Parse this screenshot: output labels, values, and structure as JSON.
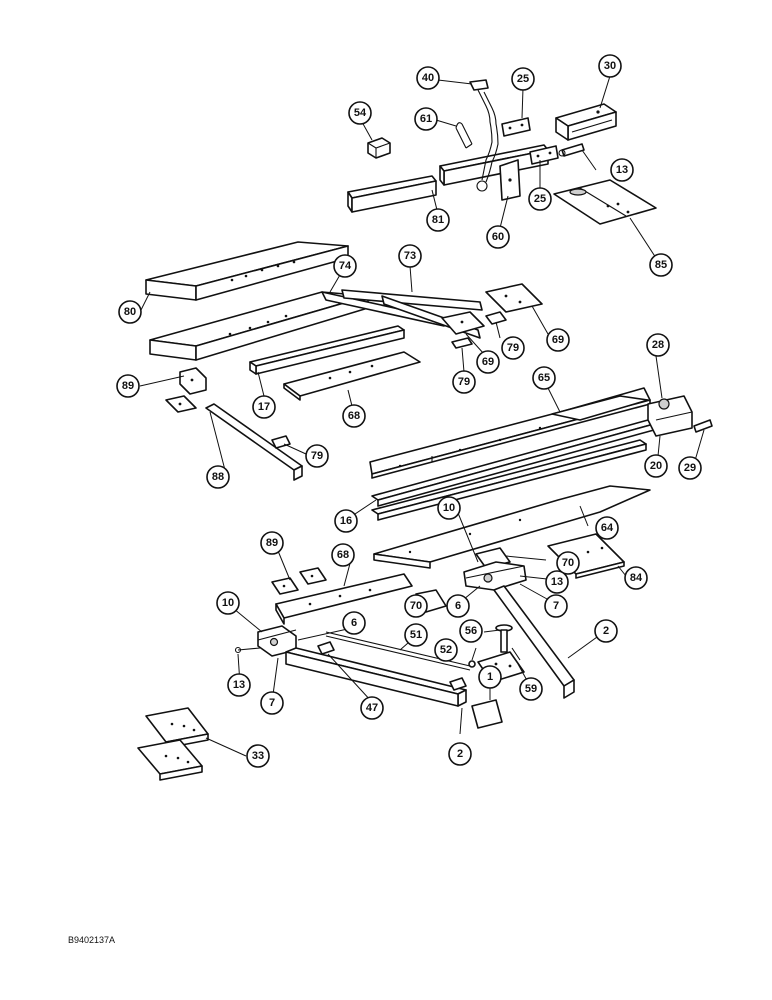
{
  "figure": {
    "reference_code": "B9402137A",
    "callouts": [
      {
        "id": "c40",
        "label": "40"
      },
      {
        "id": "c25a",
        "label": "25"
      },
      {
        "id": "c30",
        "label": "30"
      },
      {
        "id": "c54",
        "label": "54"
      },
      {
        "id": "c61",
        "label": "61"
      },
      {
        "id": "c13a",
        "label": "13"
      },
      {
        "id": "c25b",
        "label": "25"
      },
      {
        "id": "c81",
        "label": "81"
      },
      {
        "id": "c60",
        "label": "60"
      },
      {
        "id": "c85",
        "label": "85"
      },
      {
        "id": "c73",
        "label": "73"
      },
      {
        "id": "c74",
        "label": "74"
      },
      {
        "id": "c80",
        "label": "80"
      },
      {
        "id": "c69a",
        "label": "69"
      },
      {
        "id": "c79a",
        "label": "79"
      },
      {
        "id": "c69b",
        "label": "69"
      },
      {
        "id": "c79b",
        "label": "79"
      },
      {
        "id": "c28",
        "label": "28"
      },
      {
        "id": "c89a",
        "label": "89"
      },
      {
        "id": "c17",
        "label": "17"
      },
      {
        "id": "c68a",
        "label": "68"
      },
      {
        "id": "c65",
        "label": "65"
      },
      {
        "id": "c79c",
        "label": "79"
      },
      {
        "id": "c88",
        "label": "88"
      },
      {
        "id": "c20",
        "label": "20"
      },
      {
        "id": "c29",
        "label": "29"
      },
      {
        "id": "c16",
        "label": "16"
      },
      {
        "id": "c10a",
        "label": "10"
      },
      {
        "id": "c64",
        "label": "64"
      },
      {
        "id": "c89b",
        "label": "89"
      },
      {
        "id": "c68b",
        "label": "68"
      },
      {
        "id": "c70a",
        "label": "70"
      },
      {
        "id": "c13b",
        "label": "13"
      },
      {
        "id": "c84",
        "label": "84"
      },
      {
        "id": "c70b",
        "label": "70"
      },
      {
        "id": "c6a",
        "label": "6"
      },
      {
        "id": "c7a",
        "label": "7"
      },
      {
        "id": "c10b",
        "label": "10"
      },
      {
        "id": "c6b",
        "label": "6"
      },
      {
        "id": "c51",
        "label": "51"
      },
      {
        "id": "c56",
        "label": "56"
      },
      {
        "id": "c2a",
        "label": "2"
      },
      {
        "id": "c52",
        "label": "52"
      },
      {
        "id": "c13c",
        "label": "13"
      },
      {
        "id": "c1",
        "label": "1"
      },
      {
        "id": "c59",
        "label": "59"
      },
      {
        "id": "c7b",
        "label": "7"
      },
      {
        "id": "c47",
        "label": "47"
      },
      {
        "id": "c2b",
        "label": "2"
      },
      {
        "id": "c33",
        "label": "33"
      }
    ]
  }
}
